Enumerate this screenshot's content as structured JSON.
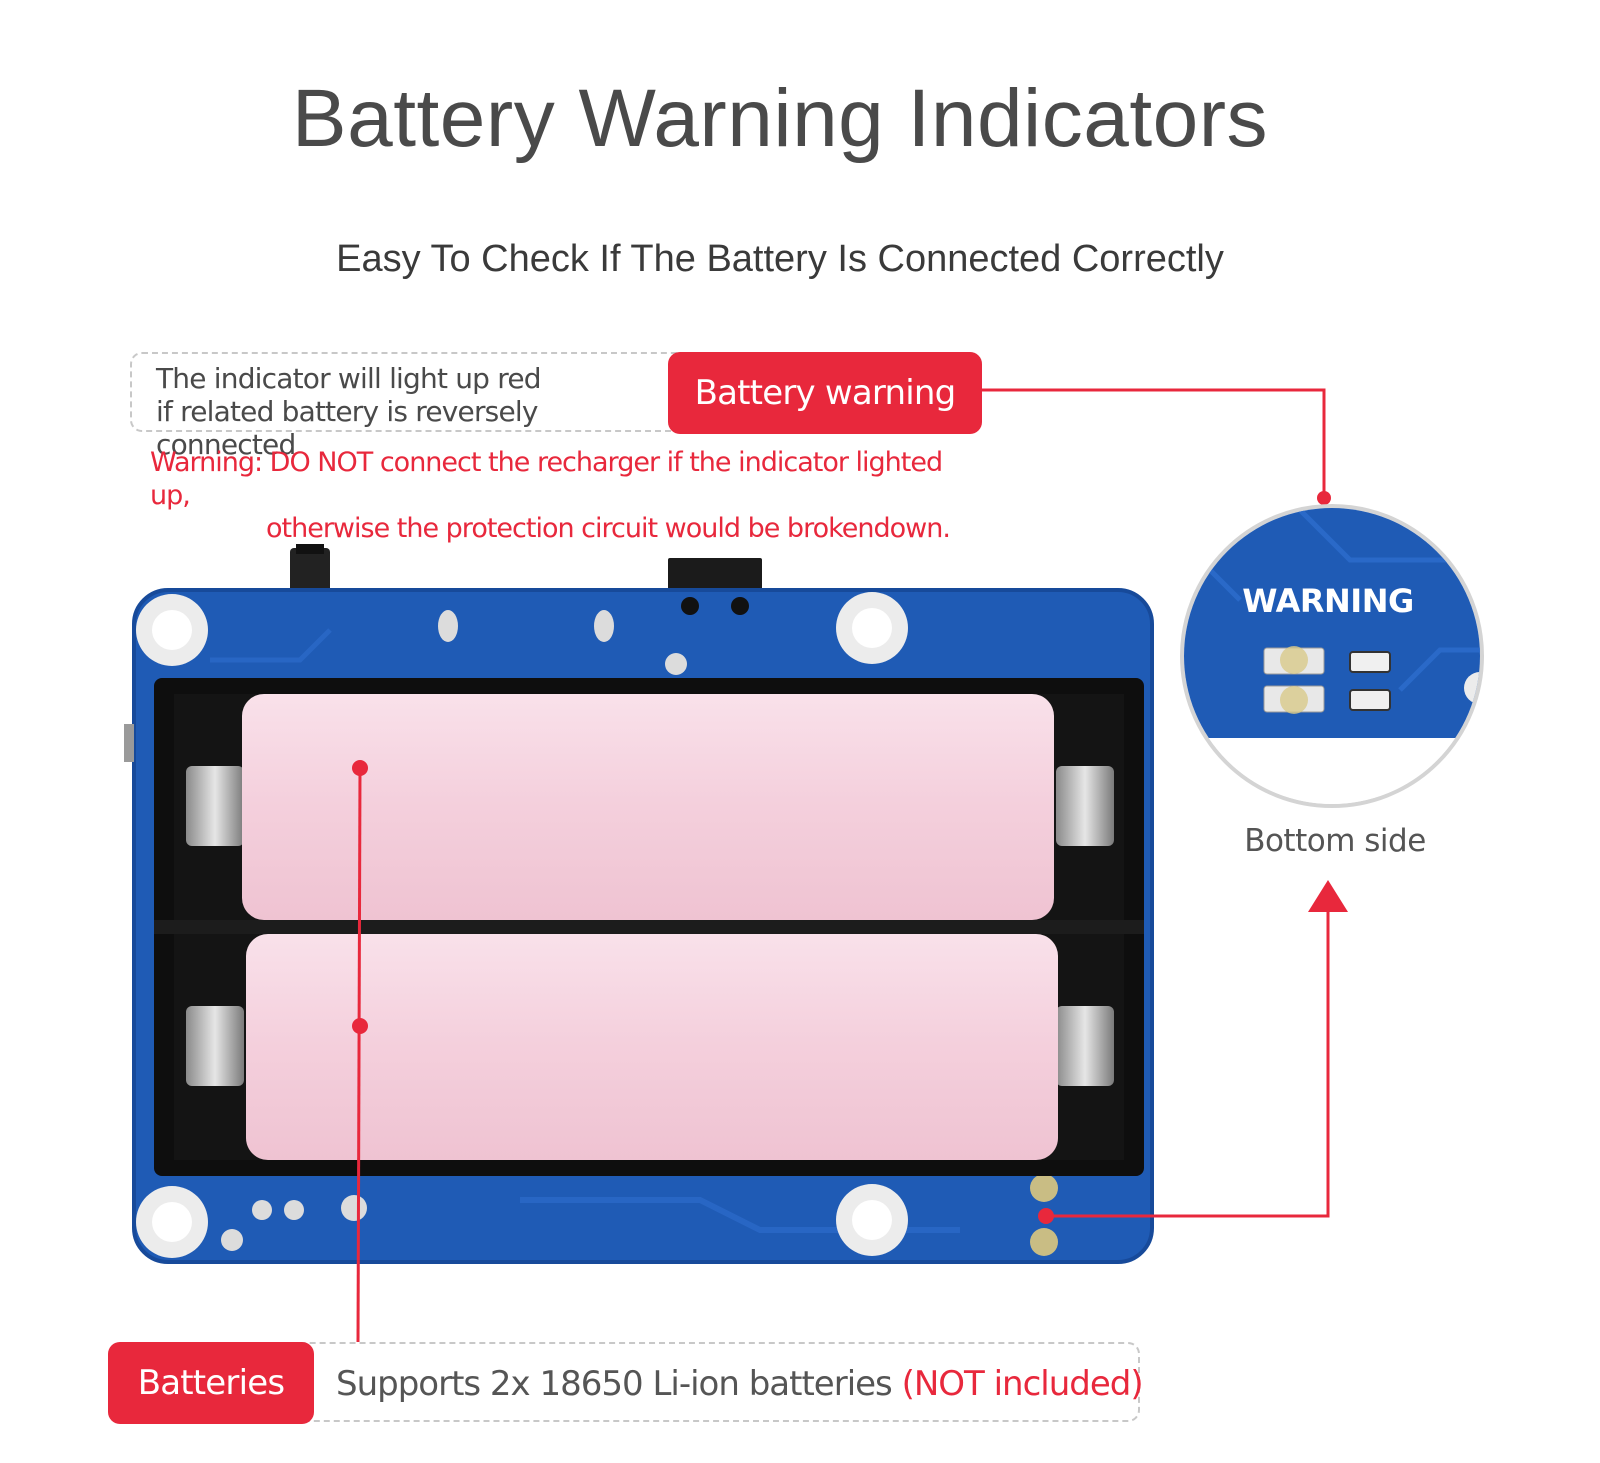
{
  "title": "Battery Warning Indicators",
  "subtitle": "Easy To Check If The Battery Is Connected Correctly",
  "battery_warning": {
    "tag": "Battery warning",
    "line1": "The indicator will light up red",
    "line2": "if related battery is reversely connected",
    "warning_line1": "Warning: DO NOT connect the recharger if the indicator lighted up,",
    "warning_line2": "otherwise the protection circuit would be brokendown."
  },
  "inset": {
    "silkscreen": "WARNING",
    "label": "Bottom side"
  },
  "batteries": {
    "tag": "Batteries",
    "desc": "Supports 2x 18650 Li-ion batteries ",
    "note": "(NOT included)"
  },
  "colors": {
    "accent": "#e8283c",
    "pcb": "#1f5bb5",
    "battery": "#f6d3df"
  }
}
